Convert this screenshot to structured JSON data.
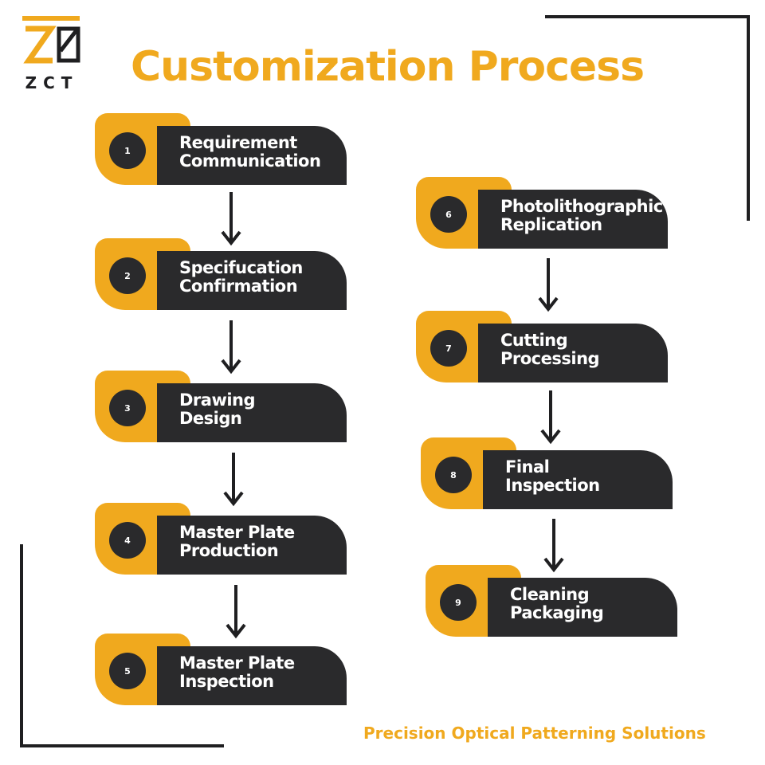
{
  "brand": {
    "logo_text": "ZCT",
    "accent_color": "#f0a91e",
    "dark_color": "#2a2a2c"
  },
  "header": {
    "title": "Customization Process"
  },
  "steps": [
    {
      "number": "1",
      "line1": "Requirement",
      "line2": "Communication"
    },
    {
      "number": "2",
      "line1": "Specifucation",
      "line2": "Confirmation"
    },
    {
      "number": "3",
      "line1": "Drawing",
      "line2": "Design"
    },
    {
      "number": "4",
      "line1": "Master Plate",
      "line2": "Production"
    },
    {
      "number": "5",
      "line1": "Master Plate",
      "line2": "Inspection"
    },
    {
      "number": "6",
      "line1": "Photolithographic",
      "line2": "Replication"
    },
    {
      "number": "7",
      "line1": "Cutting",
      "line2": "Processing"
    },
    {
      "number": "8",
      "line1": "Final",
      "line2": "Inspection"
    },
    {
      "number": "9",
      "line1": "Cleaning",
      "line2": "Packaging"
    }
  ],
  "footer": {
    "tagline": "Precision Optical Patterning Solutions"
  }
}
